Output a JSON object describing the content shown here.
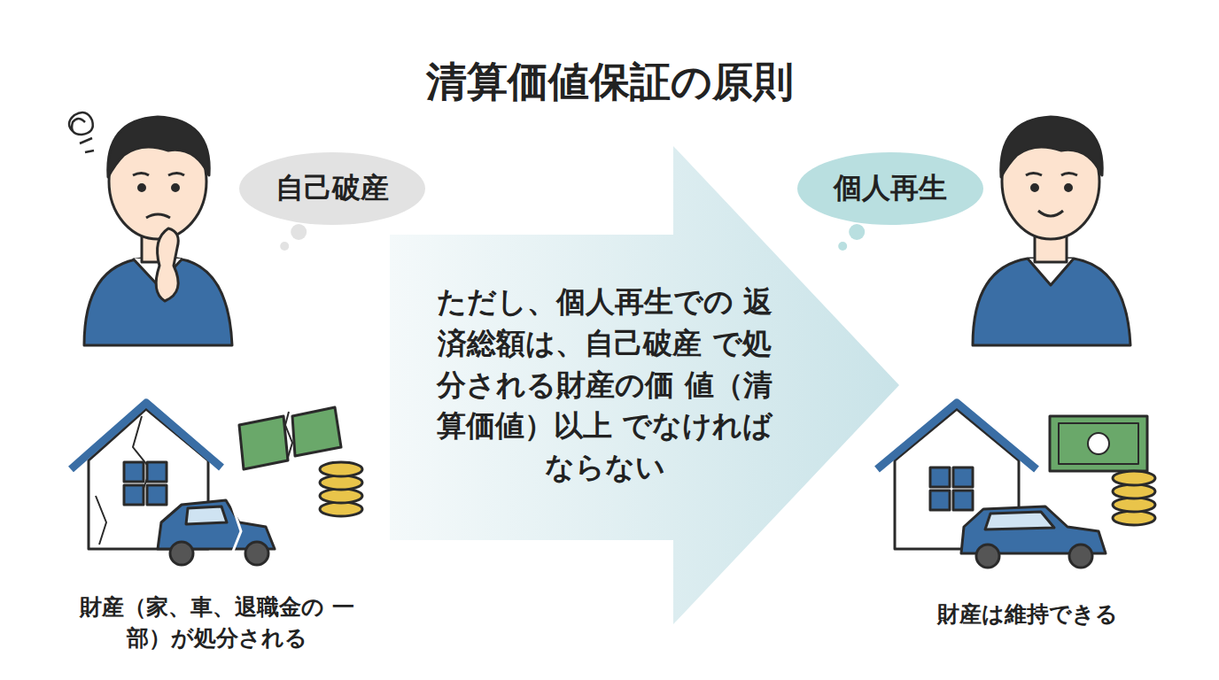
{
  "diagram": {
    "title": "清算価値保証の原則",
    "nodes": [
      {
        "text": [
          "自己破産"
        ]
      },
      {
        "text": [
          "ただし、個人再生での 返済総額は、自己破産 で処分される財産の価 値（清算価値）以上 でなければならない"
        ]
      },
      {
        "text": [
          "個人再生"
        ]
      }
    ],
    "labels": [
      "財産（家、車、退職金の 一部）が処分される",
      "財産は維持できる"
    ]
  }
}
